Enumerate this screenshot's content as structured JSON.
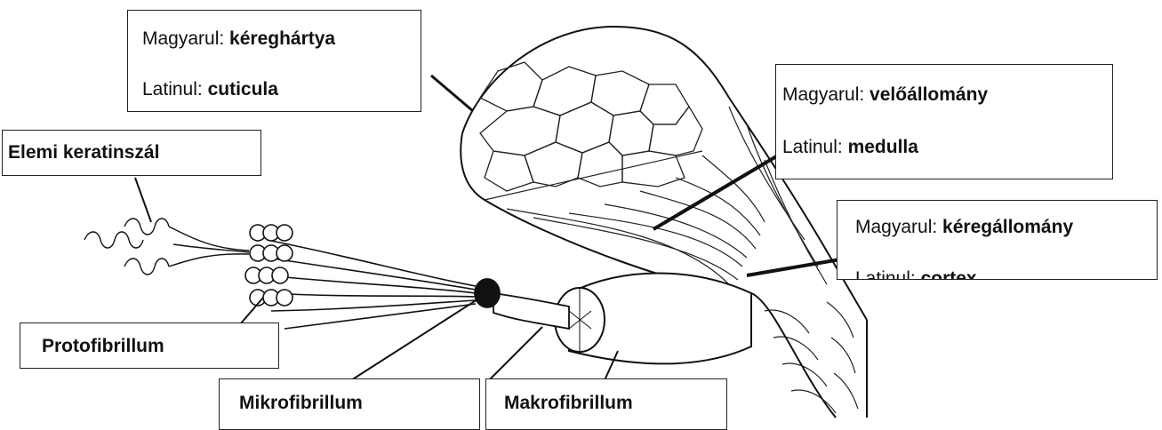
{
  "labels": {
    "cuticula": {
      "hu_prefix": "Magyarul: ",
      "hu_term": "kéreghártya",
      "la_prefix": "Latinul: ",
      "la_term": "cuticula"
    },
    "medulla": {
      "hu_prefix": "Magyarul: ",
      "hu_term": "velőállomány",
      "la_prefix": "Latinul: ",
      "la_term": "medulla"
    },
    "cortex": {
      "hu_prefix": "Magyarul: ",
      "hu_term": "kéregállomány",
      "la_prefix": "Latinul: ",
      "la_term": "cortex"
    },
    "elemi": "Elemi keratinszál",
    "protofibrillum": "Protofibrillum",
    "mikrofibrillum": "Mikrofibrillum",
    "makrofibrillum": "Makrofibrillum"
  }
}
